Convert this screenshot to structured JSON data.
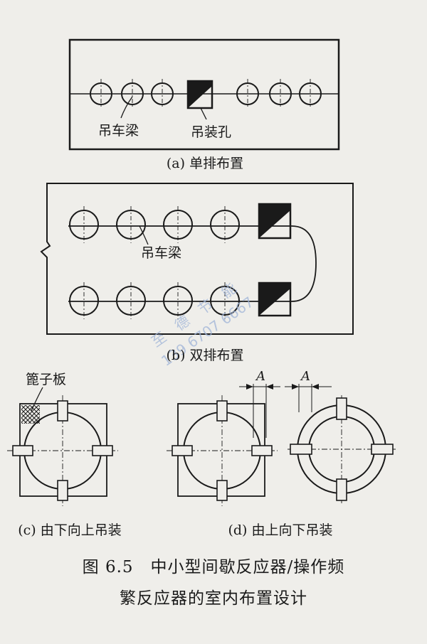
{
  "panel_a": {
    "caption": "(a) 单排布置",
    "beam_label": "吊车梁",
    "hole_label": "吊装孔"
  },
  "panel_b": {
    "caption": "(b) 双排布置",
    "beam_label": "吊车梁"
  },
  "panel_c": {
    "caption": "(c) 由下向上吊装",
    "grating_label": "篦子板"
  },
  "panel_d": {
    "caption": "(d) 由上向下吊装",
    "dim_label_1": "A",
    "dim_label_2": "A"
  },
  "figure_caption": {
    "line1": "图 6.5　中小型间歇反应器/操作频",
    "line2": "繁反应器的室内布置设计"
  },
  "watermark": {
    "line1": "至　德　节　能",
    "line2": "139 6707 6667"
  },
  "colors": {
    "ink": "#1a1a1a",
    "paper": "#efeeea",
    "watermark": "#9fb4d8"
  }
}
